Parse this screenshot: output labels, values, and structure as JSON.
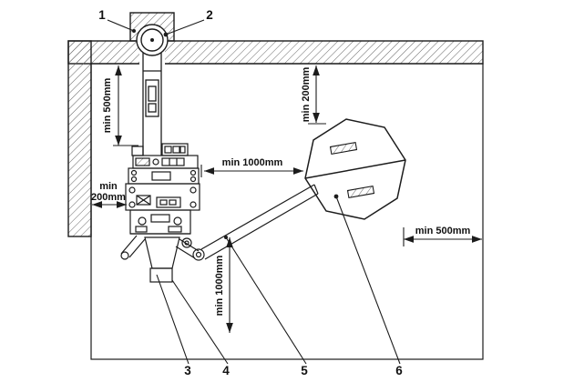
{
  "page": {
    "background": "#ffffff"
  },
  "colors": {
    "line": "#1c1c1c",
    "hatch": "#666666",
    "text": "#111111"
  },
  "callouts": {
    "c1": "1",
    "c2": "2",
    "c3": "3",
    "c4": "4",
    "c5": "5",
    "c6": "6"
  },
  "dimensions": {
    "mast_top_clearance": "min 500mm",
    "tank_top_clearance": "min 200mm",
    "boom_horizontal_clearance": "min 1000mm",
    "wall_side_clearance_line1": "min",
    "wall_side_clearance_line2": "200mm",
    "tank_right_clearance": "min 500mm",
    "boom_vertical_clearance": "min 1000mm"
  }
}
